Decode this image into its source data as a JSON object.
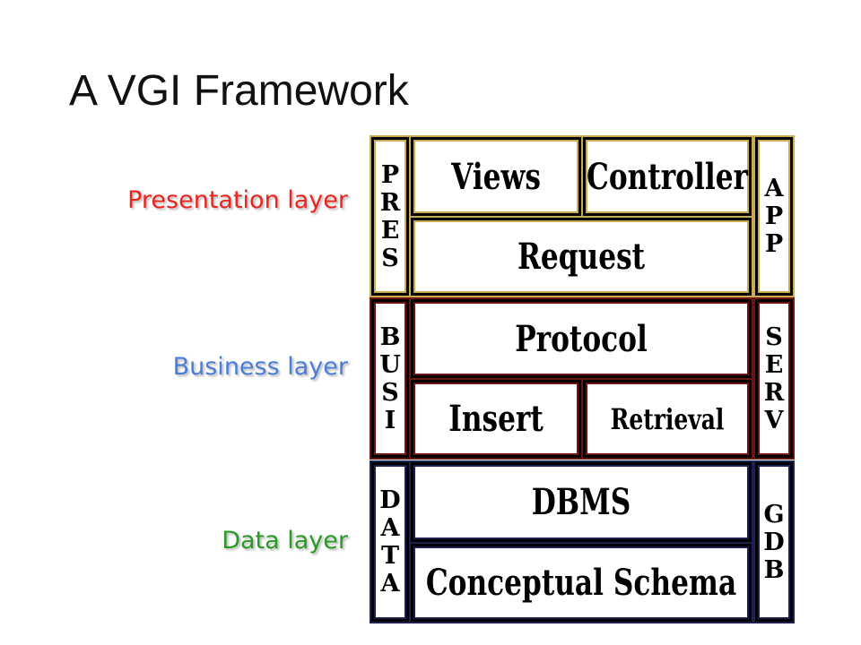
{
  "title": "A VGI Framework",
  "layers": {
    "presentation": "Presentation layer",
    "business": "Business layer",
    "data": "Data layer"
  },
  "colors": {
    "presentation_label": "#e8251f",
    "business_label": "#4a7ed6",
    "data_label": "#2a9a25",
    "presentation_border": "#c9ab50",
    "business_border": "#6b1510",
    "data_border": "#1c2150"
  },
  "diagram": {
    "pres_side": "PRES",
    "app_side": "APP",
    "views": "Views",
    "controller": "Controller",
    "request": "Request",
    "busi_side": "BUSI",
    "serv_side": "SERV",
    "protocol": "Protocol",
    "insert": "Insert",
    "retrieval": "Retrieval",
    "data_side": "DATA",
    "gdb_side": "GDB",
    "dbms": "DBMS",
    "conceptual_schema": "Conceptual Schema"
  }
}
